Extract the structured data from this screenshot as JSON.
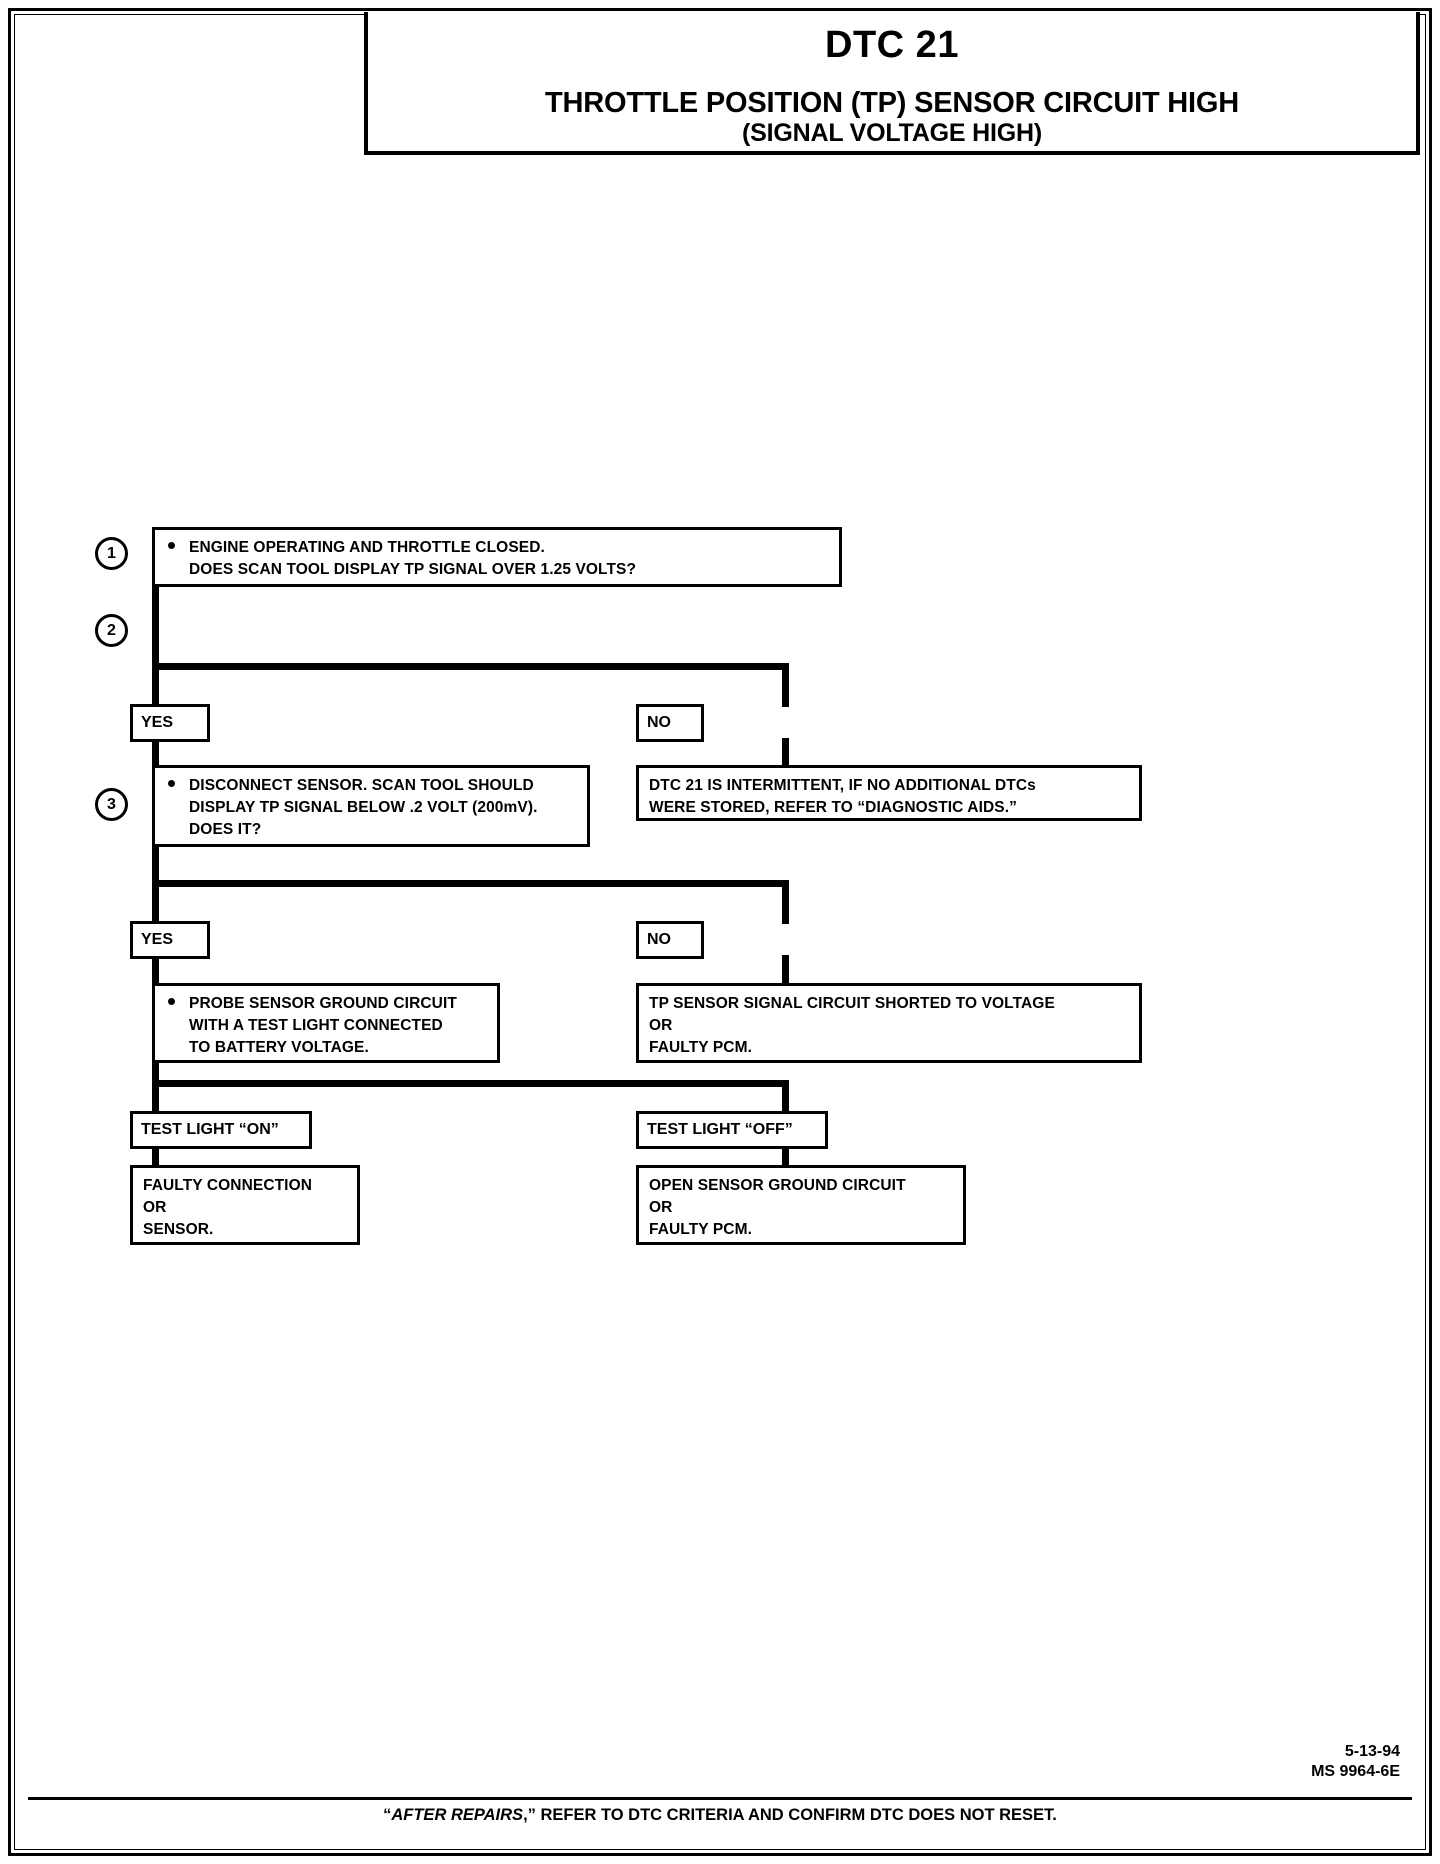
{
  "document": {
    "dtc_code": "DTC 21",
    "title": "THROTTLE POSITION (TP) SENSOR CIRCUIT HIGH",
    "subtitle": "(SIGNAL VOLTAGE HIGH)"
  },
  "flowchart": {
    "steps": [
      {
        "number": "1",
        "lines": [
          "ENGINE OPERATING AND THROTTLE CLOSED.",
          "DOES SCAN TOOL DISPLAY TP SIGNAL OVER 1.25 VOLTS?"
        ]
      },
      {
        "number": "2",
        "lines": [
          "DISCONNECT SENSOR. SCAN TOOL SHOULD",
          "DISPLAY TP SIGNAL BELOW .2 VOLT (200mV).",
          "DOES IT?"
        ]
      },
      {
        "number": "3",
        "lines": [
          "PROBE SENSOR GROUND CIRCUIT",
          "WITH A TEST LIGHT CONNECTED",
          "TO BATTERY VOLTAGE."
        ]
      }
    ],
    "branch_labels": {
      "yes_1": "YES",
      "no_1": "NO",
      "yes_2": "YES",
      "no_2": "NO",
      "test_light_on": "TEST LIGHT “ON”",
      "test_light_off": "TEST LIGHT “OFF”"
    },
    "results": {
      "no_1_result": [
        "DTC 21 IS INTERMITTENT,  IF NO ADDITIONAL DTCs",
        "WERE STORED, REFER TO “DIAGNOSTIC AIDS.”"
      ],
      "no_2_result": [
        "TP SENSOR SIGNAL CIRCUIT SHORTED TO VOLTAGE",
        "OR",
        "FAULTY PCM."
      ],
      "test_light_on_result": [
        "FAULTY CONNECTION",
        "OR",
        "SENSOR."
      ],
      "test_light_off_result": [
        "OPEN SENSOR GROUND CIRCUIT",
        "OR",
        "FAULTY PCM."
      ]
    }
  },
  "footer": {
    "note_prefix": "“",
    "note_italic": "AFTER REPAIRS",
    "note_suffix": ",” REFER TO DTC CRITERIA AND CONFIRM DTC DOES NOT RESET.",
    "date": "5-13-94",
    "doc_id": "MS 9964-6E"
  },
  "colors": {
    "ink": "#000000",
    "paper": "#ffffff"
  }
}
